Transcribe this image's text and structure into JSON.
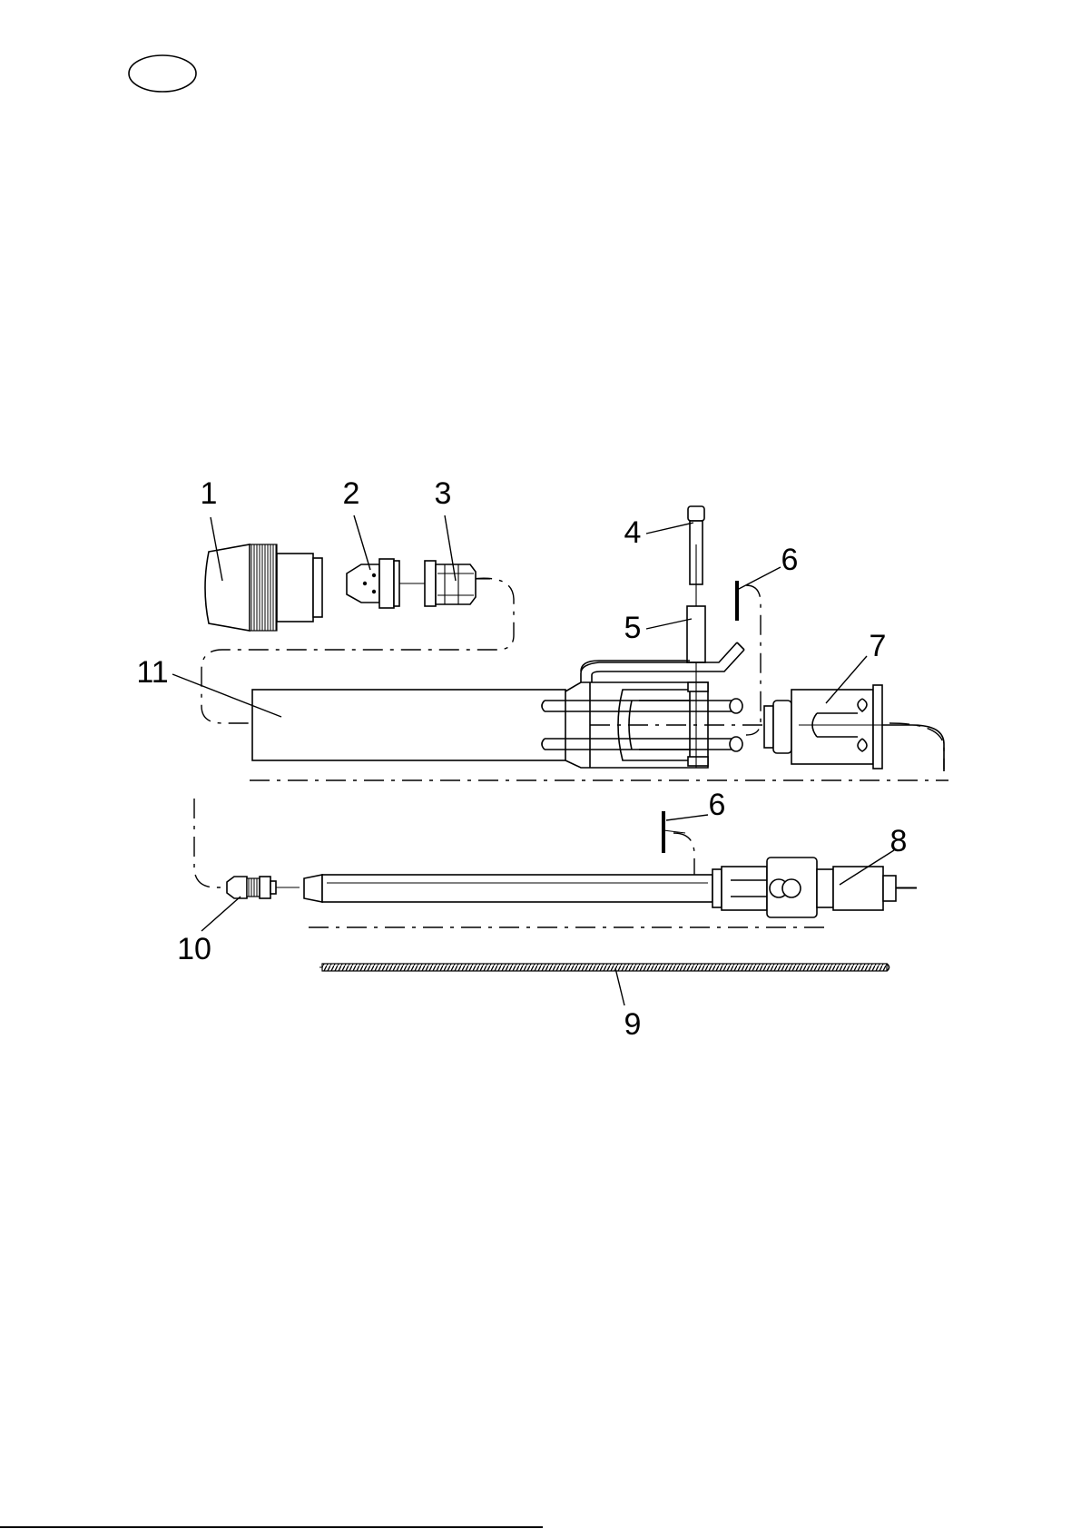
{
  "corner_mark": {
    "shape": "ellipse",
    "text": ""
  },
  "parts": [
    {
      "id": "p1",
      "label": "1"
    },
    {
      "id": "p2",
      "label": "2"
    },
    {
      "id": "p3",
      "label": "3"
    },
    {
      "id": "p4",
      "label": "4"
    },
    {
      "id": "p5",
      "label": "5"
    },
    {
      "id": "p6a",
      "label": "6"
    },
    {
      "id": "p7",
      "label": "7"
    },
    {
      "id": "p11",
      "label": "11"
    },
    {
      "id": "p6b",
      "label": "6"
    },
    {
      "id": "p8",
      "label": "8"
    },
    {
      "id": "p10",
      "label": "10"
    },
    {
      "id": "p9",
      "label": "9"
    }
  ],
  "footer": {
    "page_number": ""
  }
}
